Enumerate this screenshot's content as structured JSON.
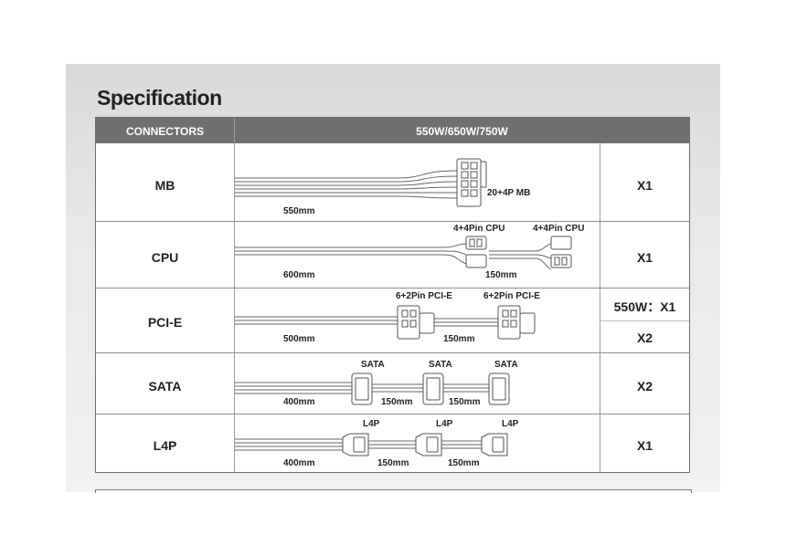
{
  "page": {
    "title": "Specification"
  },
  "table": {
    "headers": {
      "connectors": "CONNECTORS",
      "models": "550W/650W/750W"
    },
    "rows": [
      {
        "name": "MB",
        "qty": "X1",
        "labels": [
          "20+4P MB",
          "550mm"
        ]
      },
      {
        "name": "CPU",
        "qty": "X1",
        "labels": [
          "4+4Pin CPU",
          "4+4Pin CPU",
          "600mm",
          "150mm"
        ]
      },
      {
        "name": "PCI-E",
        "qty_lines": [
          "550W：X1",
          "X2"
        ],
        "labels": [
          "6+2Pin PCI-E",
          "6+2Pin PCI-E",
          "500mm",
          "150mm"
        ]
      },
      {
        "name": "SATA",
        "qty": "X2",
        "labels": [
          "SATA",
          "SATA",
          "SATA",
          "400mm",
          "150mm",
          "150mm"
        ]
      },
      {
        "name": "L4P",
        "qty": "X1",
        "labels": [
          "L4P",
          "L4P",
          "L4P",
          "400mm",
          "150mm",
          "150mm"
        ]
      }
    ]
  }
}
